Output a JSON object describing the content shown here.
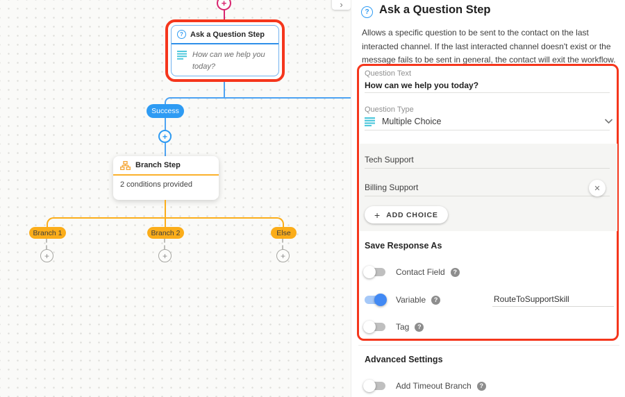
{
  "canvas": {
    "question_node": {
      "title": "Ask a Question Step",
      "preview": "How can we help you today?"
    },
    "success_badge": "Success",
    "branch_node": {
      "title": "Branch Step",
      "subtitle": "2 conditions provided"
    },
    "branch_labels": [
      "Branch 1",
      "Branch 2",
      "Else"
    ]
  },
  "panel": {
    "title": "Ask a Question Step",
    "description": "Allows a specific question to be sent to the contact on the last interacted channel. If the last interacted channel doesn't exist or the message fails to be sent in general, the contact will exit the workflow.",
    "question_text_label": "Question Text",
    "question_text_value": "How can we help you today?",
    "question_type_label": "Question Type",
    "question_type_value": "Multiple Choice",
    "choices": [
      "Tech Support",
      "Billing Support"
    ],
    "add_choice": "ADD CHOICE",
    "save_response_label": "Save Response As",
    "toggles": {
      "contact_field": "Contact Field",
      "variable": "Variable",
      "variable_value": "RouteToSupportSkill",
      "tag": "Tag"
    },
    "advanced_label": "Advanced Settings",
    "timeout_label": "Add Timeout Branch"
  },
  "icons": {
    "question_step": "question-circle-icon",
    "multiple_choice": "list-icon",
    "branch_step": "sitemap-icon",
    "help": "help-icon",
    "close": "close-icon",
    "add": "plus-icon",
    "dropdown": "chevron-down-icon",
    "collapse_panel": "chevron-right-icon"
  },
  "colors": {
    "annotation_red": "#f5361c",
    "accent_blue": "#2e9bf3",
    "accent_orange": "#fbad1a",
    "accent_crimson": "#d8246e",
    "accent_teal": "#4fc8dc"
  }
}
